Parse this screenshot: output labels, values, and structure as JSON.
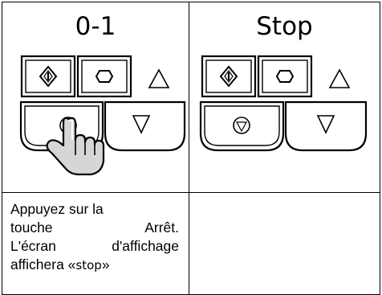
{
  "panels": [
    {
      "title": "0-1",
      "hand_cursor": true
    },
    {
      "title": "Stop",
      "hand_cursor": false
    }
  ],
  "keypad": {
    "keys": [
      "start-key",
      "oval-key",
      "up-arrow-indicator",
      "stop-key",
      "down-key"
    ]
  },
  "description": {
    "line1": "Appuyez sur la",
    "line2": "touche Arrêt.",
    "line3": "L'écran d'affichage",
    "line4_prefix": "affichera «",
    "line4_word": "stop",
    "line4_suffix": "»"
  }
}
